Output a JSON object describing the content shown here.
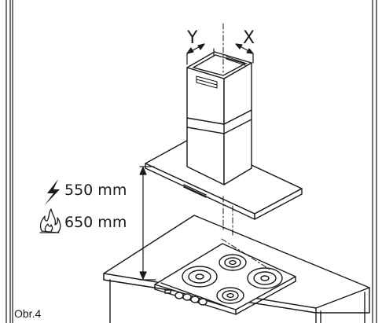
{
  "labels": {
    "axis_y": "Y",
    "axis_x": "X",
    "electric_distance": "550 mm",
    "gas_distance": "650 mm",
    "figure_caption": "Obr.4"
  },
  "icons": {
    "electric": "lightning-bolt-icon",
    "gas": "flame-icon"
  },
  "colors": {
    "line": "#1a1a1a",
    "background": "#ffffff"
  }
}
